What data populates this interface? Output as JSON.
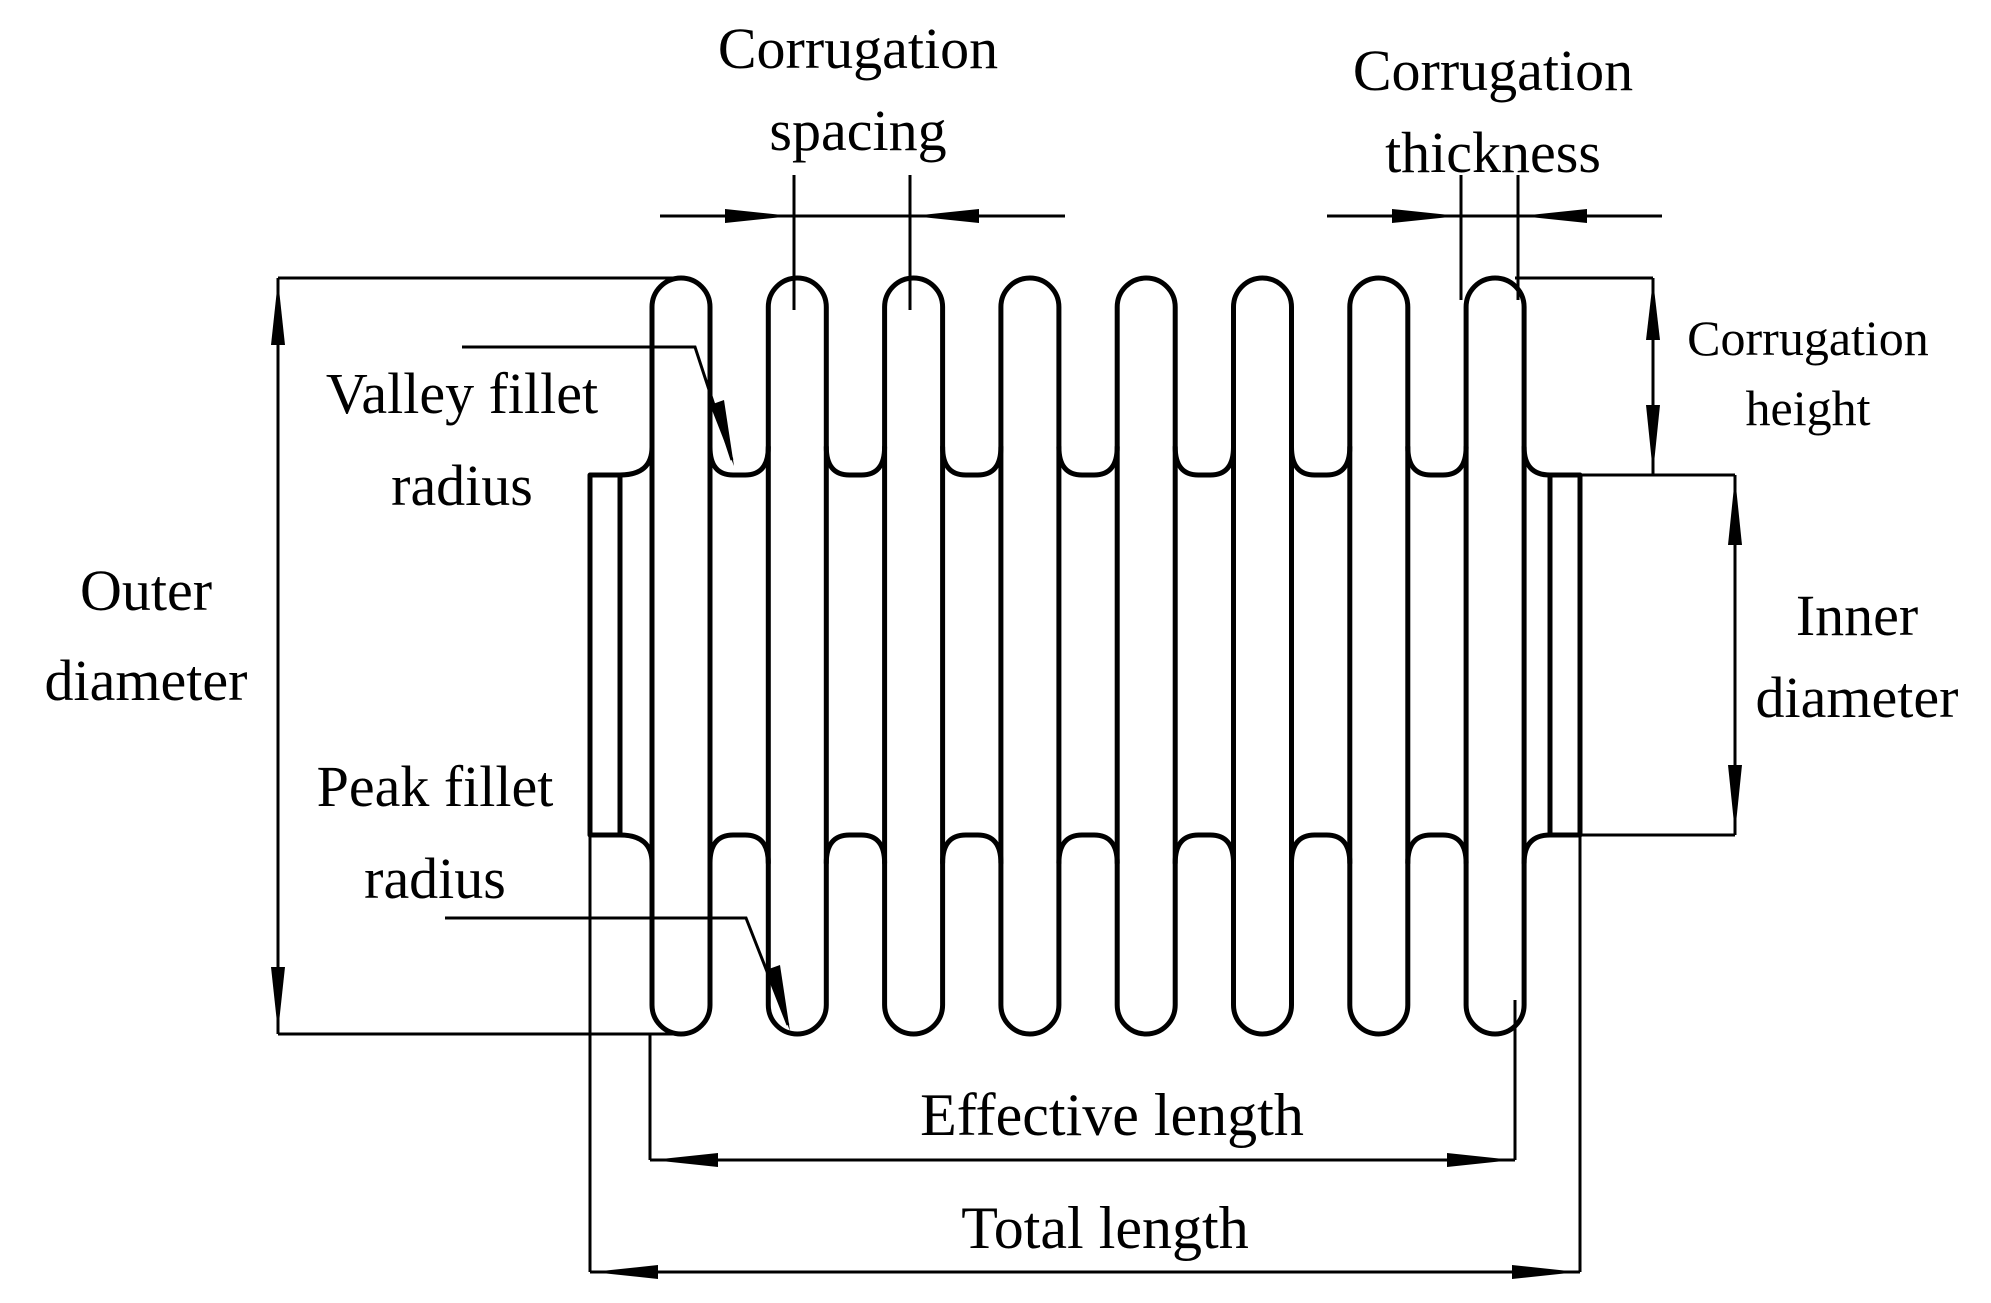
{
  "labels": {
    "corrugation_spacing_1": "Corrugation",
    "corrugation_spacing_2": "spacing",
    "corrugation_thickness_1": "Corrugation",
    "corrugation_thickness_2": "thickness",
    "corrugation_height_1": "Corrugation",
    "corrugation_height_2": "height",
    "valley_fillet_1": "Valley fillet",
    "valley_fillet_2": "radius",
    "outer_diameter_1": "Outer",
    "outer_diameter_2": "diameter",
    "peak_fillet_1": "Peak fillet",
    "peak_fillet_2": "radius",
    "inner_diameter_1": "Inner",
    "inner_diameter_2": "diameter",
    "effective_length": "Effective length",
    "total_length": "Total length"
  }
}
